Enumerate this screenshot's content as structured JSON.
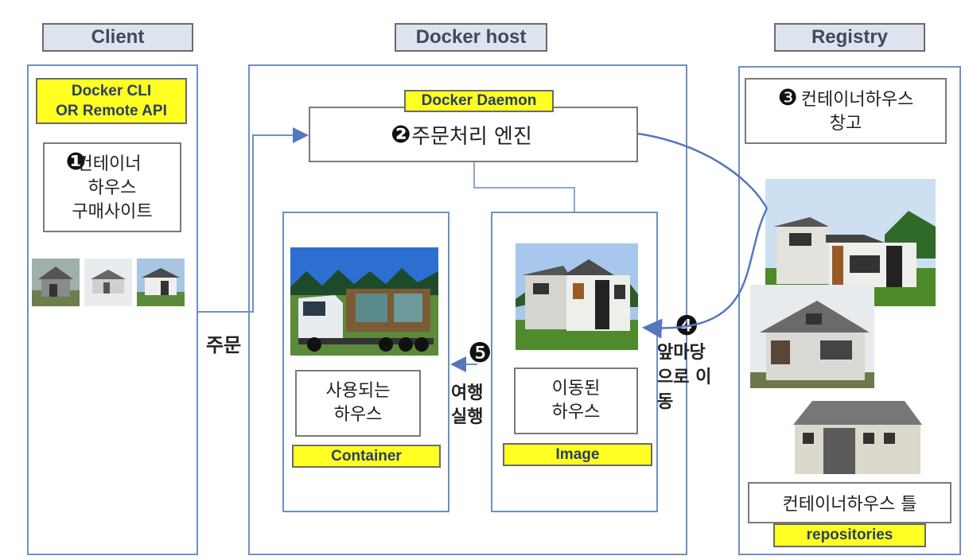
{
  "headers": {
    "client": "Client",
    "docker_host": "Docker host",
    "registry": "Registry"
  },
  "client": {
    "label_line1": "Docker CLI",
    "label_line2": "OR Remote API",
    "step_number": "❶",
    "site_line1": "컨테이너",
    "site_line2": "하우스",
    "site_line3": "구매사이트"
  },
  "order_label": "주문",
  "daemon": {
    "label": "Docker Daemon",
    "step_number": "❷",
    "engine": "주문처리 엔진"
  },
  "container": {
    "box_line1": "사용되는",
    "box_line2": "하우스",
    "label": "Container"
  },
  "image": {
    "box_line1": "이동된",
    "box_line2": "하우스",
    "label": "Image"
  },
  "run": {
    "step_number": "❺",
    "line1": "여행",
    "line2": "실행"
  },
  "move": {
    "step_number": "❹",
    "line1": "앞마당",
    "line2": "으로 이",
    "line3": "동"
  },
  "registry": {
    "step_number": "❸",
    "store_line1": "컨테이너하우스",
    "store_line2": "창고",
    "houses_text": "컨테이너하우스 틀",
    "label": "repositories"
  },
  "colors": {
    "panel_border": "#6f8fc6",
    "label_yellow": "#ffff22",
    "header_fill": "#dde3ef",
    "arrow": "#5577bb"
  }
}
